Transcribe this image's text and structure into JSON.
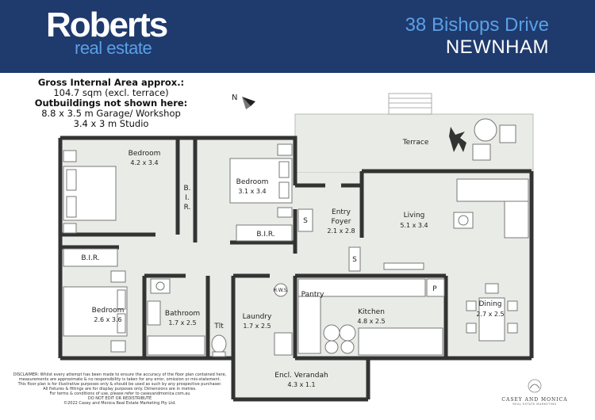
{
  "brand": {
    "name": "Roberts",
    "tagline": "real estate"
  },
  "address": {
    "street": "38 Bishops Drive",
    "suburb": "NEWNHAM"
  },
  "area": {
    "gross_label": "Gross Internal Area approx.:",
    "gross_value": "104.7 sqm (excl. terrace)",
    "outbuildings_label": "Outbuildings not shown here:",
    "garage": "8.8 x 3.5 m Garage/ Workshop",
    "studio": "3.4 x 3 m Studio"
  },
  "rooms": {
    "bedroom1": {
      "name": "Bedroom",
      "dims": "4.2 x 3.4"
    },
    "bir1": {
      "l1": "B.",
      "l2": "I.",
      "l3": "R."
    },
    "bedroom2": {
      "name": "Bedroom",
      "dims": "3.1 x 3.4"
    },
    "bir2": "B.I.R.",
    "bir3": "B.I.R.",
    "bedroom3": {
      "name": "Bedroom",
      "dims": "2.6 x 3.6"
    },
    "bathroom": {
      "name": "Bathroom",
      "dims": "1.7 x 2.5"
    },
    "tlt": "Tlt",
    "laundry": {
      "name": "Laundry",
      "dims": "1.7 x 2.5"
    },
    "hws": "H.W.S.",
    "entry": {
      "name1": "Entry",
      "name2": "Foyer",
      "dims": "2.1 x 2.8"
    },
    "s1": "S",
    "s2": "S",
    "living": {
      "name": "Living",
      "dims": "5.1 x 3.4"
    },
    "terrace": "Terrace",
    "pantry": "Pantry",
    "p": "P",
    "kitchen": {
      "name": "Kitchen",
      "dims": "4.8 x 2.5"
    },
    "dining": {
      "name": "Dining",
      "dims": "2.7 x 2.5"
    },
    "verandah": {
      "name": "Encl. Verandah",
      "dims": "4.3 x 1.1"
    }
  },
  "compass": "N",
  "disclaimer": [
    "DISCLAIMER: Whilst every attempt has been made to ensure the accuracy of the floor plan contained here,",
    "measurements are approximate & no responsibility is taken for any error, omission or mis-statement.",
    "This floor plan is for illustrative purposes only & should be used as such by any prospective purchaser.",
    "All fixtures & fittings are for display purposes only. Dimensions are in metres.",
    "For terms & conditions of use, please refer to caseyandmonica.com.au",
    "DO NOT EDIT OR REDISTRIBUTE",
    "©2022 Casey and Monica Real Estate Marketing Pty Ltd."
  ],
  "photographer": {
    "name": "CASEY AND MONICA",
    "sub": "REAL ESTATE MARKETING"
  }
}
